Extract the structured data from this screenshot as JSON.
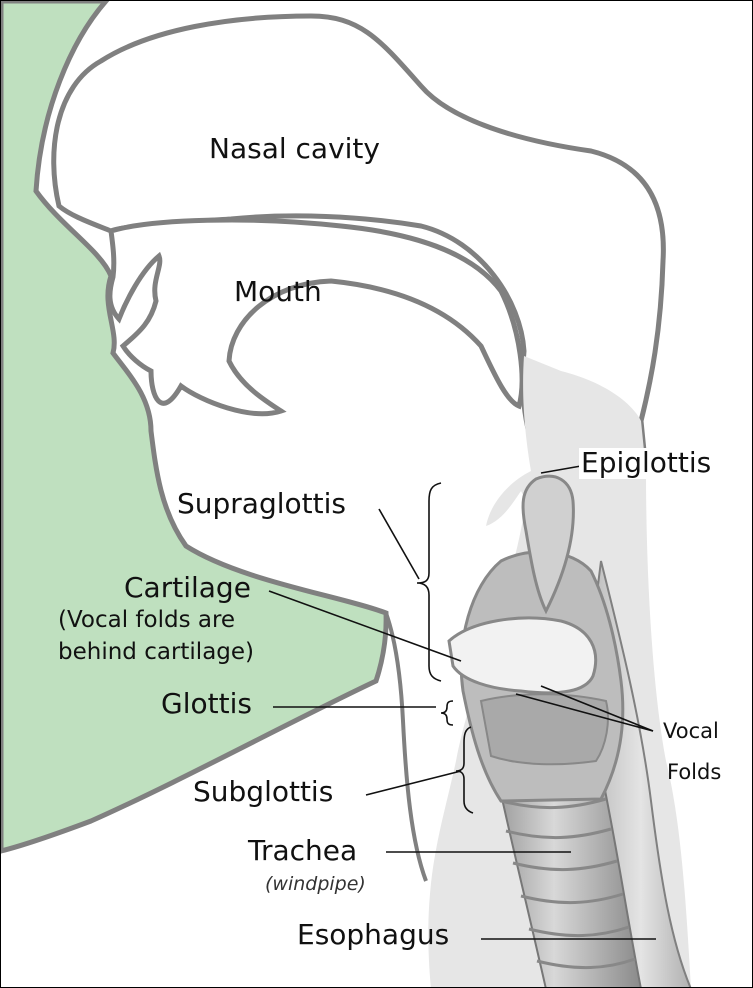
{
  "labels": {
    "nasal_cavity": "Nasal cavity",
    "mouth": "Mouth",
    "epiglottis": "Epiglottis",
    "supraglottis": "Supraglottis",
    "cartilage": "Cartilage",
    "cartilage_note_line1": "(Vocal folds are",
    "cartilage_note_line2": "behind cartilage)",
    "glottis": "Glottis",
    "subglottis": "Subglottis",
    "vocal_line1": "Vocal",
    "vocal_line2": "Folds",
    "trachea": "Trachea",
    "trachea_note": "(windpipe)",
    "esophagus": "Esophagus"
  },
  "colors": {
    "skin": "#bfe0bf",
    "outline": "#808080",
    "tissue": "#c9c9c9",
    "line": "#111111"
  }
}
